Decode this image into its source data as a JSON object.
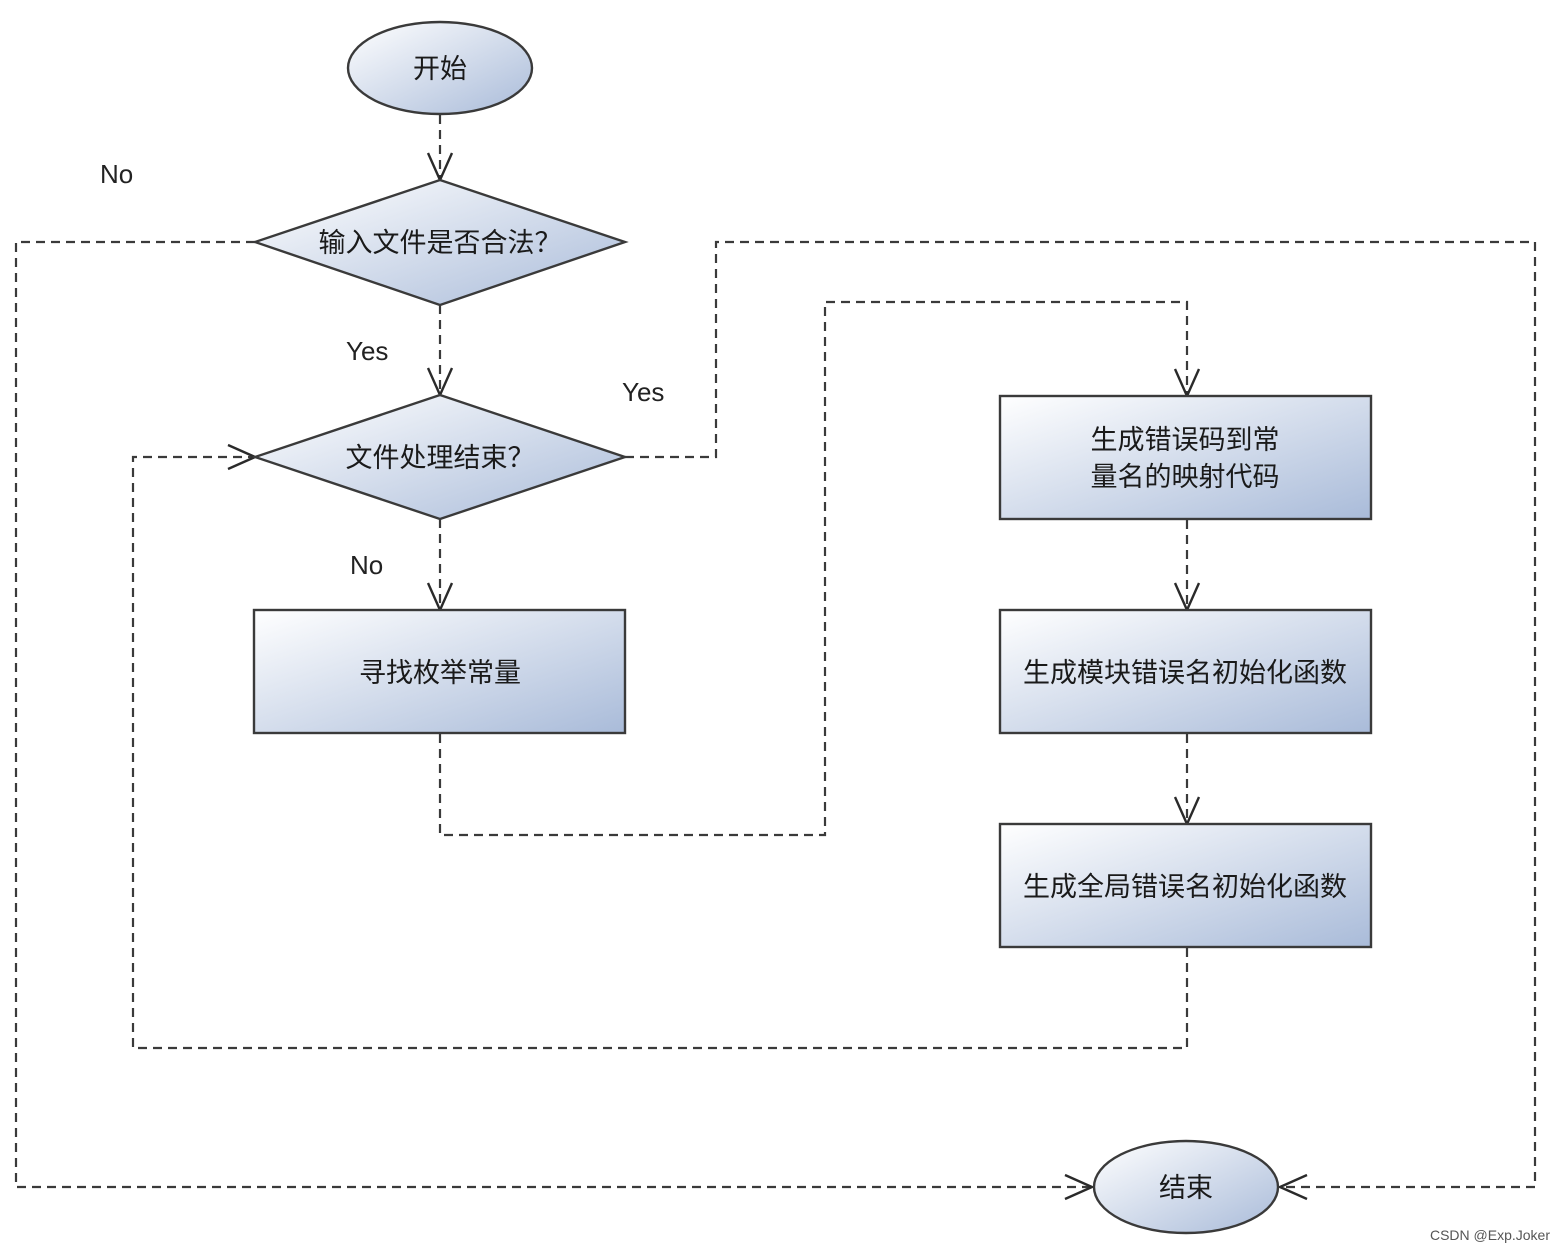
{
  "diagram": {
    "nodes": {
      "start": "开始",
      "check_input": "输入文件是否合法？",
      "check_done": "文件处理结束？",
      "find_enum": "寻找枚举常量",
      "gen_map_line1": "生成错误码到常",
      "gen_map_line2": "量名的映射代码",
      "gen_module": "生成模块错误名初始化函数",
      "gen_global": "生成全局错误名初始化函数",
      "end": "结束"
    },
    "edge_labels": {
      "input_no": "No",
      "input_yes": "Yes",
      "done_yes": "Yes",
      "done_no": "No"
    },
    "colors": {
      "fill_light": "#ffffff",
      "fill_dark": "#a9bbd9",
      "stroke": "#3a3a3a"
    }
  },
  "watermark": "CSDN @Exp.Joker"
}
